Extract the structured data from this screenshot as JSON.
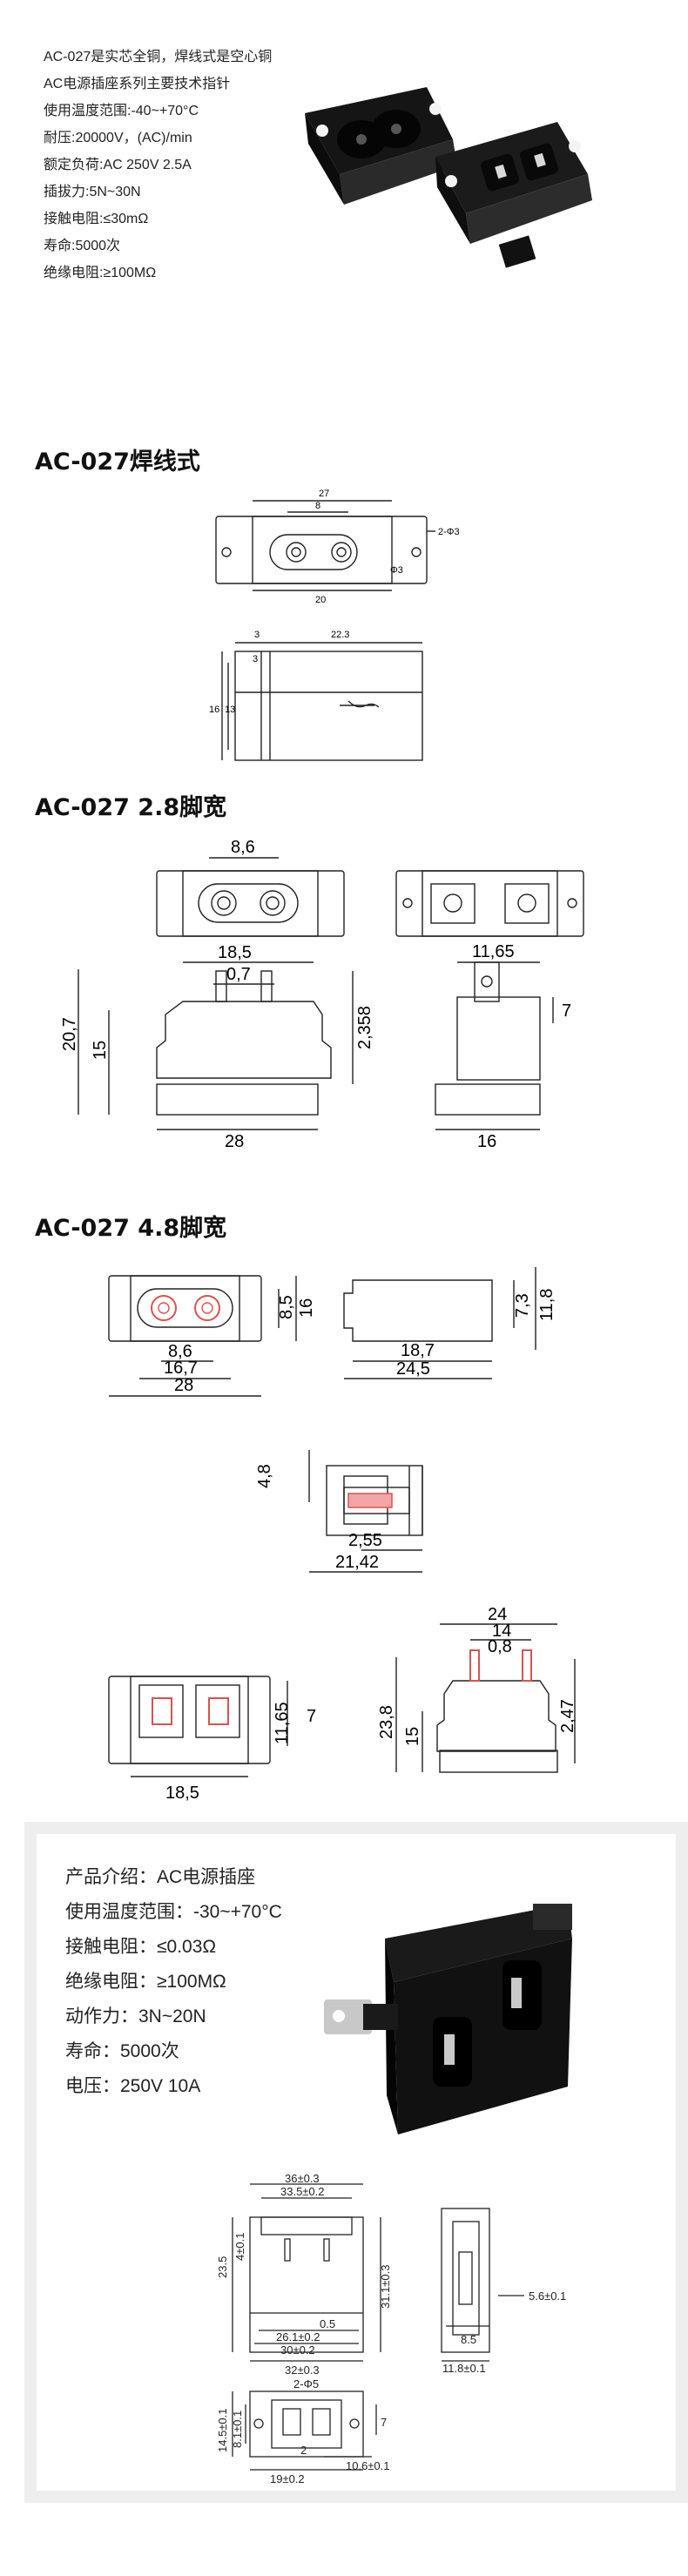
{
  "intro": {
    "lines": [
      "AC-027是实芯全铜，焊线式是空心铜",
      "AC电源插座系列主要技术指针",
      "使用温度范围:-40~+70°C",
      "耐压:20000V，(AC)/min",
      "额定负荷:AC 250V 2.5A",
      "插拔力:5N~30N",
      "接触电阻:≤30mΩ",
      "寿命:5000次",
      "绝缘电阻:≥100MΩ"
    ]
  },
  "sections": [
    {
      "title": "AC-027焊线式"
    },
    {
      "title": "AC-027  2.8脚宽"
    },
    {
      "title": "AC-027  4.8脚宽"
    }
  ],
  "solder_drawing": {
    "dims": [
      "27",
      "8",
      "2-Φ3",
      "Φ3",
      "20",
      "3",
      "22.3",
      "3",
      "16",
      "13"
    ]
  },
  "pin28_drawing": {
    "dims": [
      "8,6",
      "18,5",
      "0,7",
      "20,7",
      "15",
      "2,358",
      "28",
      "11,65",
      "7",
      "16"
    ]
  },
  "pin48_drawing": {
    "dims": [
      "8,5",
      "16",
      "8,6",
      "16,7",
      "28",
      "7,3",
      "11,8",
      "18,7",
      "24,5",
      "4,8",
      "2,55",
      "21,42",
      "24",
      "14",
      "0,8",
      "7",
      "11,65",
      "18,5",
      "23,8",
      "15",
      "2,47"
    ]
  },
  "product": {
    "lines": [
      "产品介绍：AC电源插座",
      "使用温度范围：-30~+70°C",
      "接触电阻：≤0.03Ω",
      "绝缘电阻：≥100MΩ",
      "动作力：3N~20N",
      "寿命：5000次",
      "电压：250V 10A"
    ],
    "dims": [
      "36±0.3",
      "33.5±0.2",
      "23.5",
      "4±0.1",
      "31.1±0.3",
      "0.5",
      "26.1±0.2",
      "30±0.2",
      "32±0.3",
      "8.5",
      "11.8±0.1",
      "5.6±0.1",
      "2-Φ5",
      "14.5±0.1",
      "8.1±0.1",
      "7",
      "2",
      "19±0.2",
      "10.6±0.1"
    ]
  }
}
